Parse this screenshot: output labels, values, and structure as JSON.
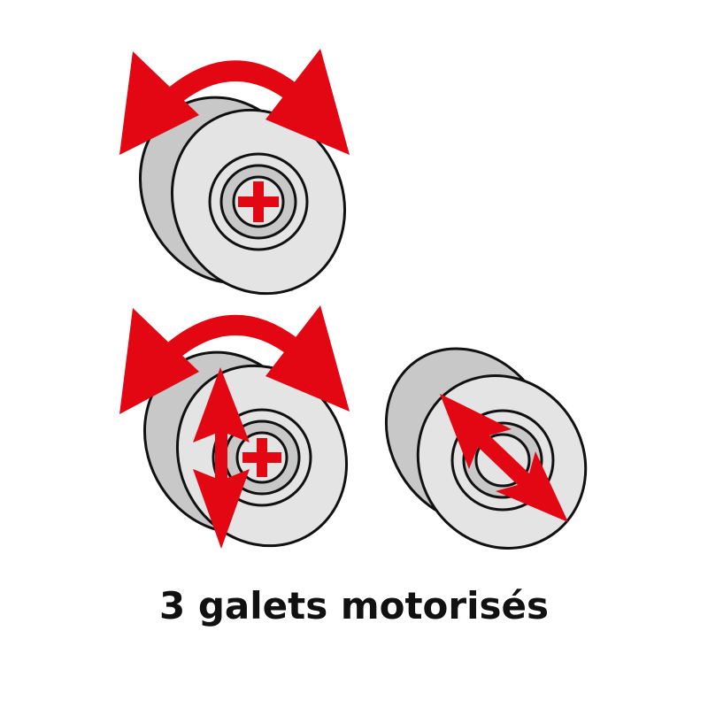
{
  "caption": "3 galets motorisés",
  "colors": {
    "arrow_red": "#e30613",
    "roller_side_gray": "#c8c8c8",
    "roller_face_gray": "#e4e4e4",
    "outline": "#111111",
    "background": "#ffffff"
  },
  "rollers": [
    {
      "id": "top-roller",
      "motions": [
        "rotation"
      ],
      "hub_symbol": "plus"
    },
    {
      "id": "bottom-left-roller",
      "motions": [
        "rotation",
        "vertical-translation"
      ],
      "hub_symbol": "plus"
    },
    {
      "id": "bottom-right-roller",
      "motions": [
        "diagonal-translation"
      ],
      "hub_symbol": "none"
    }
  ]
}
